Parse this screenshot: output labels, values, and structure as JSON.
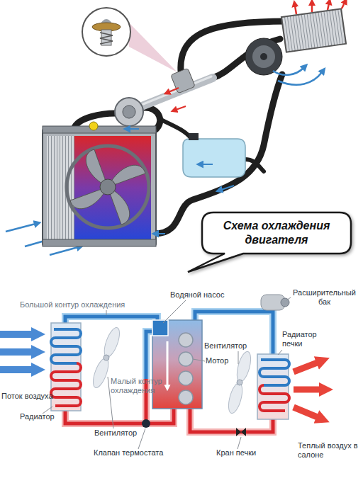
{
  "diagram": {
    "nodes": [
      {
        "text": [
          "Схема охлаждения двигателя"
        ]
      }
    ],
    "labels": [
      "Большой контур охлаждения",
      "Водяной насос",
      "Расширительный бак",
      "Вентилятор",
      "Мотор",
      "Радиатор печки",
      "Поток воздуха",
      "Радиатор",
      "Вентилятор",
      "Малый контур охлаждения",
      "Клапан термостата",
      "Кран печки",
      "Теплый воздух в салоне"
    ]
  }
}
